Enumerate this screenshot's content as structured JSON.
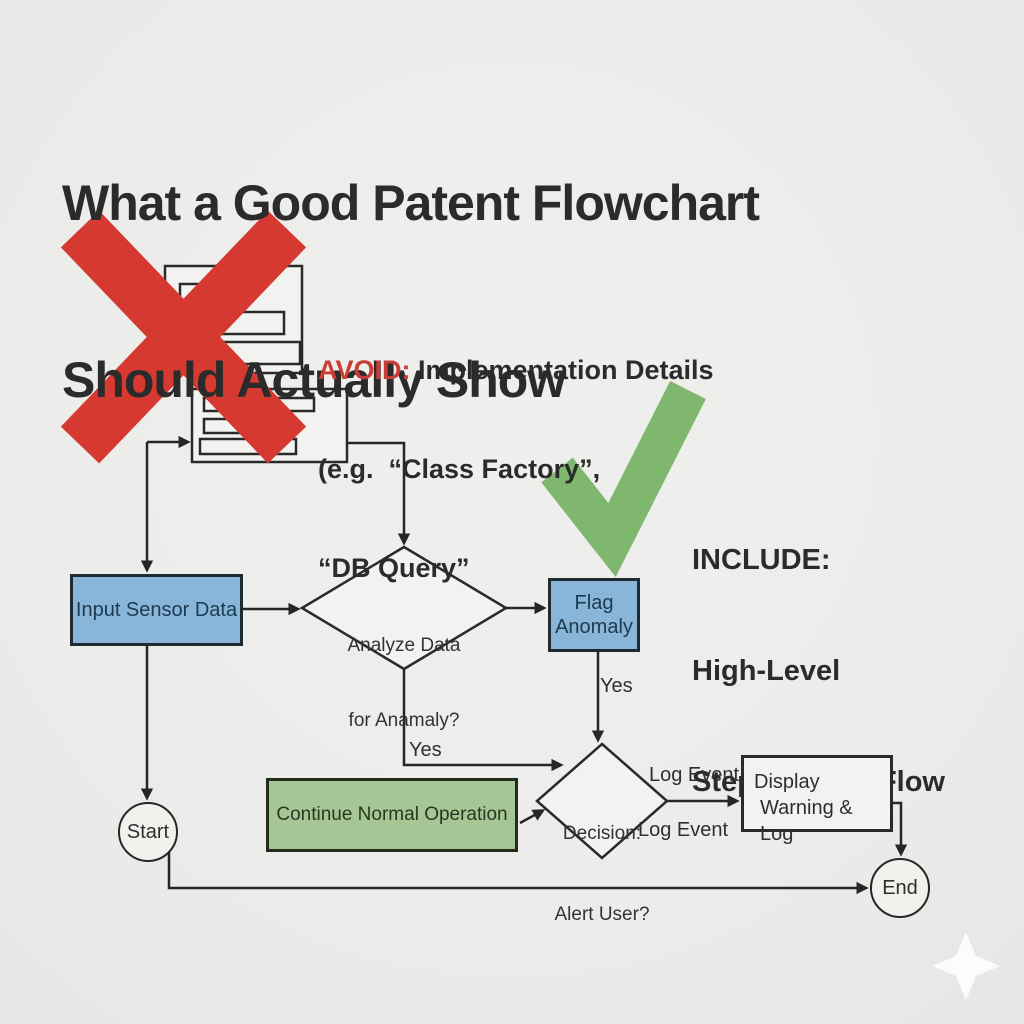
{
  "title": {
    "line1": "What a Good Patent Flowchart",
    "line2": "Should Actually Show"
  },
  "avoid_note": {
    "label": "AVOID:",
    "rest": " Implementation Details",
    "line2": "(e.g.  “Class Factory”,",
    "line3": "“DB Query”"
  },
  "include_note": {
    "label": "INCLUDE:",
    "line2": "High-Level",
    "line3": "Steps & Data Flow"
  },
  "flowchart": {
    "start_label": "Start",
    "end_label": "End",
    "input_box": "Input Sensor Data",
    "analyze_diamond": {
      "line1": "Analyze Data",
      "line2": "for Anamaly?"
    },
    "flag_box": {
      "line1": "Flag",
      "line2": "Anomaly"
    },
    "continue_box": "Continue Normal Operation",
    "decision_diamond": {
      "line1": "Decision:",
      "line2": "Alert User?"
    },
    "display_box": {
      "line1": "Display",
      "line2": "Warning & Log"
    },
    "labels": {
      "flag_yes": "Yes",
      "analyze_yes": "Yes",
      "log_event_top": "Log Event",
      "log_event_bottom": "Log Event"
    }
  },
  "icons": {
    "cross": "red-cross-mark",
    "check": "green-check-mark",
    "sparkle": "sparkle-star"
  },
  "colors": {
    "background": "#ececea",
    "ink": "#262626",
    "title_ink": "#2b2b2b",
    "cross_red": "#d5392f",
    "avoid_red": "#cb3c35",
    "check_green": "#80b76f",
    "blue_node_fill": "#89b5d9",
    "blue_node_text": "#1c3a50",
    "green_node_fill": "#a6c795",
    "green_node_text": "#223a1e",
    "node_light_fill": "#f2f2f0"
  }
}
